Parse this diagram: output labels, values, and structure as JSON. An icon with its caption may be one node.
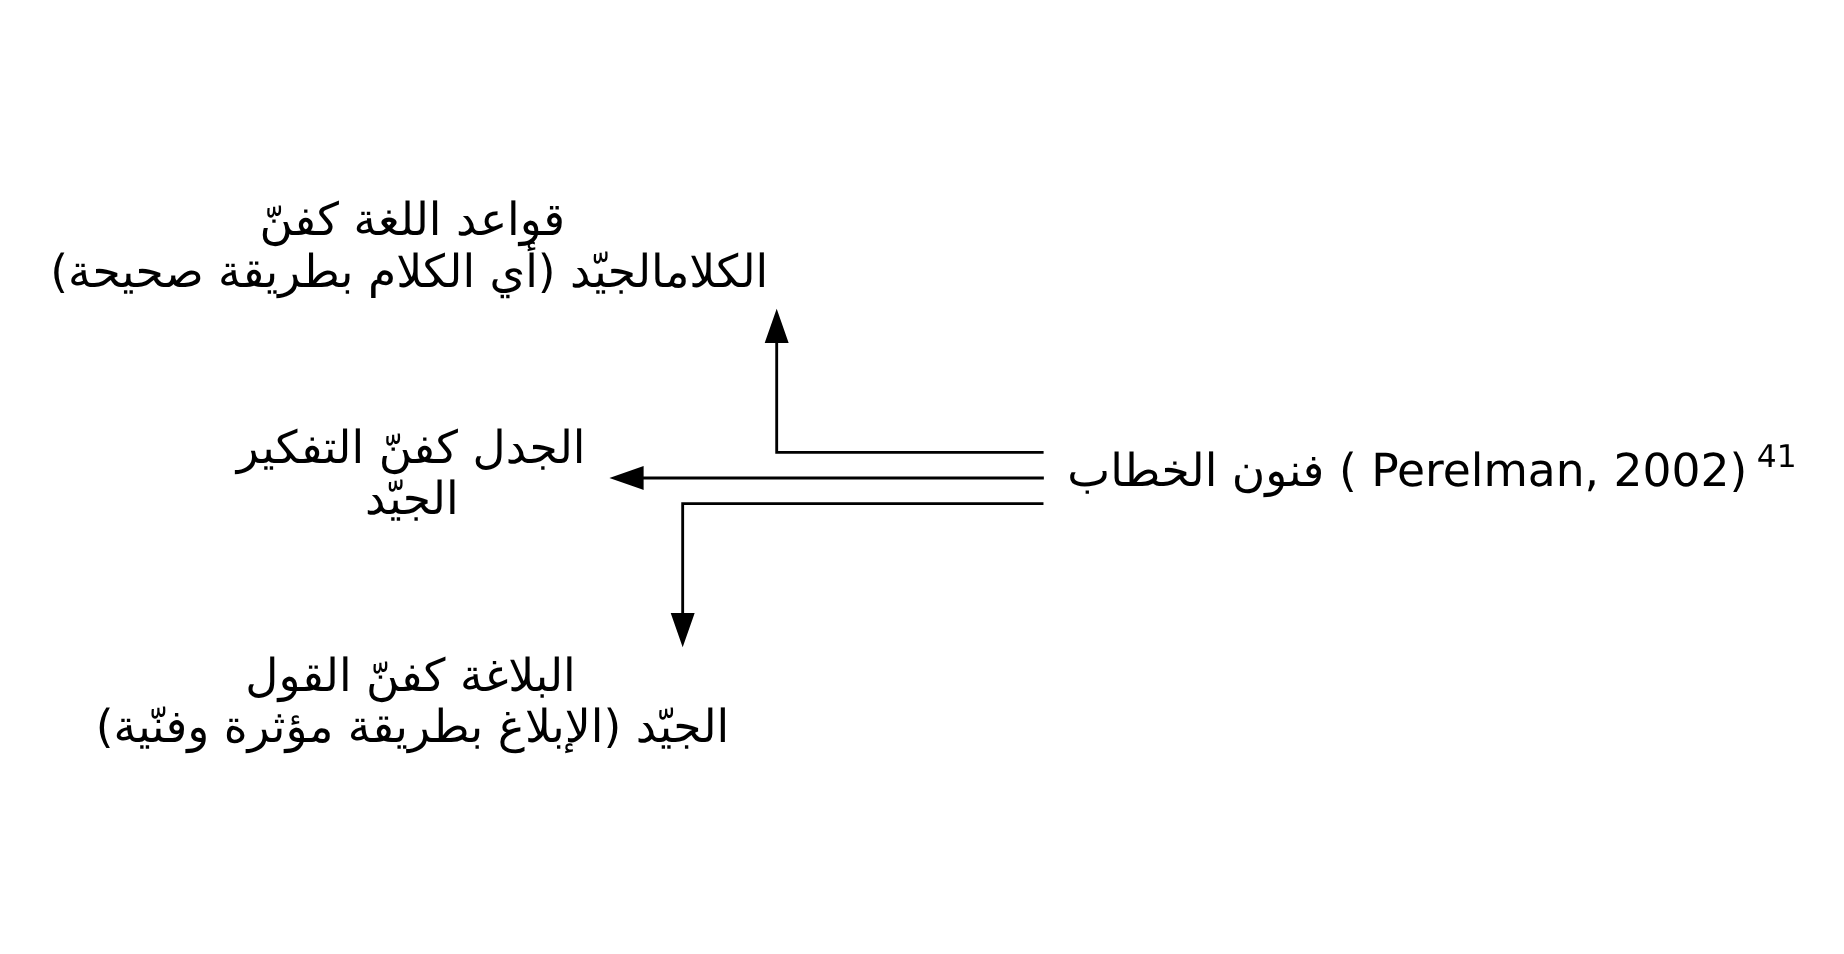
{
  "diagram": {
    "nodes": [
      {
        "text": [
          "فنون الخطاب ( Perelman, 2002)"
        ],
        "beside": [
          "41"
        ]
      },
      {
        "text": [
          "قواعد اللغة كفنّ",
          "الكلامالجيّد (أي الكلام بطريقة صحيحة)"
        ]
      },
      {
        "text": [
          "الجدل كفنّ التفكير",
          "الجيّد"
        ]
      },
      {
        "text": [
          "البلاغة كفنّ القول",
          "الجيّد (الإبلاغ بطريقة مؤثرة وفنّية)"
        ]
      }
    ],
    "edges": [
      {
        "from": 0,
        "to": 1,
        "arrow": "to"
      },
      {
        "from": 0,
        "to": 2,
        "arrow": "to"
      },
      {
        "from": 0,
        "to": 3,
        "arrow": "to"
      }
    ]
  }
}
